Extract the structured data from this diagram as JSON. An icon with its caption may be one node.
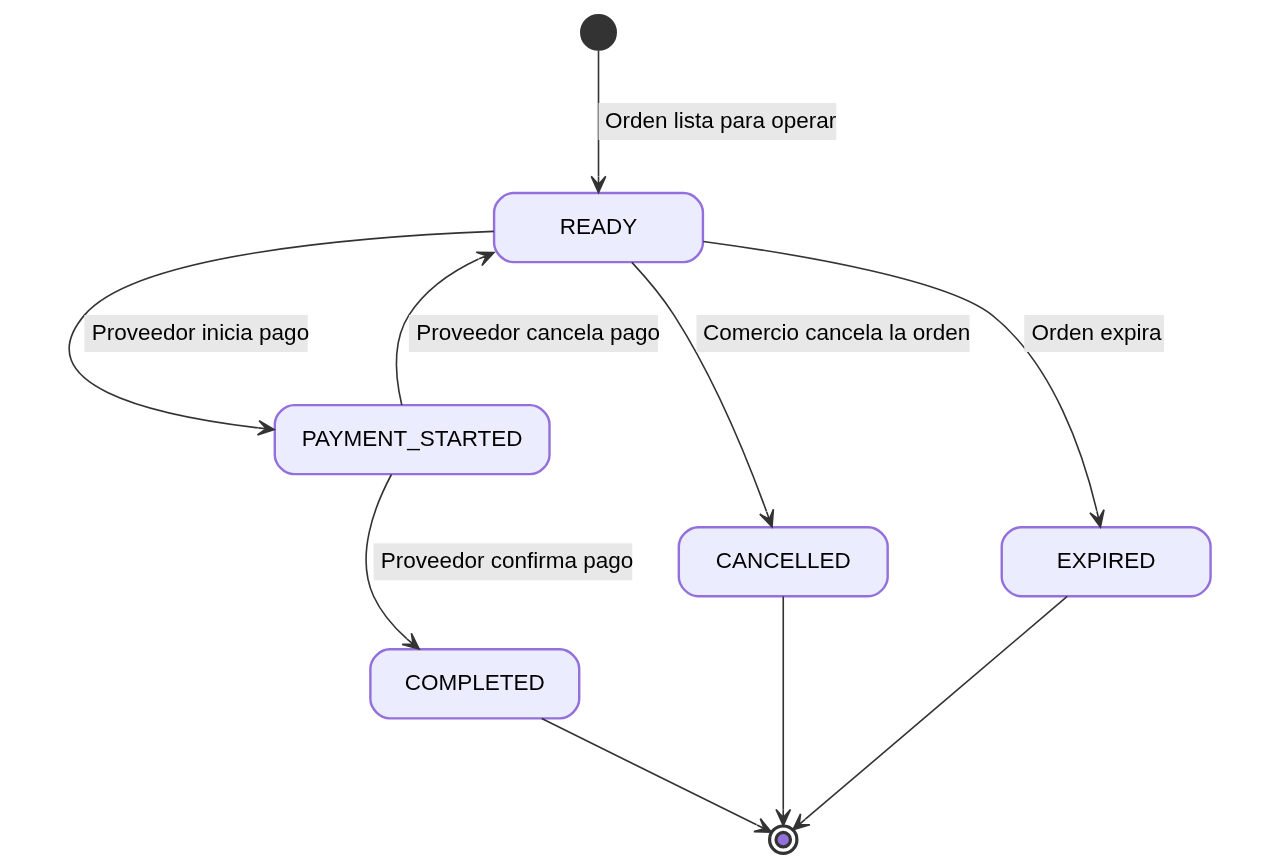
{
  "diagram": {
    "nodes": [
      {
        "text": [],
        "shape": "circle"
      },
      {
        "text": [
          "READY"
        ]
      },
      {
        "text": [
          "PAYMENT_STARTED"
        ]
      },
      {
        "text": [
          "COMPLETED"
        ]
      },
      {
        "text": [
          "CANCELLED"
        ]
      },
      {
        "text": [
          "EXPIRED"
        ]
      },
      {
        "text": [],
        "shape": "circle"
      }
    ],
    "edges": [
      {
        "from": 0,
        "to": 1,
        "arrow": "to",
        "label": "Orden lista para operar"
      },
      {
        "from": 1,
        "to": 2,
        "arrow": "to",
        "label": "Proveedor inicia pago"
      },
      {
        "from": 2,
        "to": 1,
        "arrow": "to",
        "label": "Proveedor cancela pago"
      },
      {
        "from": 2,
        "to": 3,
        "arrow": "to",
        "label": "Proveedor confirma pago"
      },
      {
        "from": 1,
        "to": 4,
        "arrow": "to",
        "label": "Comercio cancela la orden"
      },
      {
        "from": 1,
        "to": 5,
        "arrow": "to",
        "label": "Orden expira"
      },
      {
        "from": 3,
        "to": 6,
        "arrow": "to"
      },
      {
        "from": 4,
        "to": 6,
        "arrow": "to"
      },
      {
        "from": 5,
        "to": 6,
        "arrow": "to"
      }
    ]
  }
}
